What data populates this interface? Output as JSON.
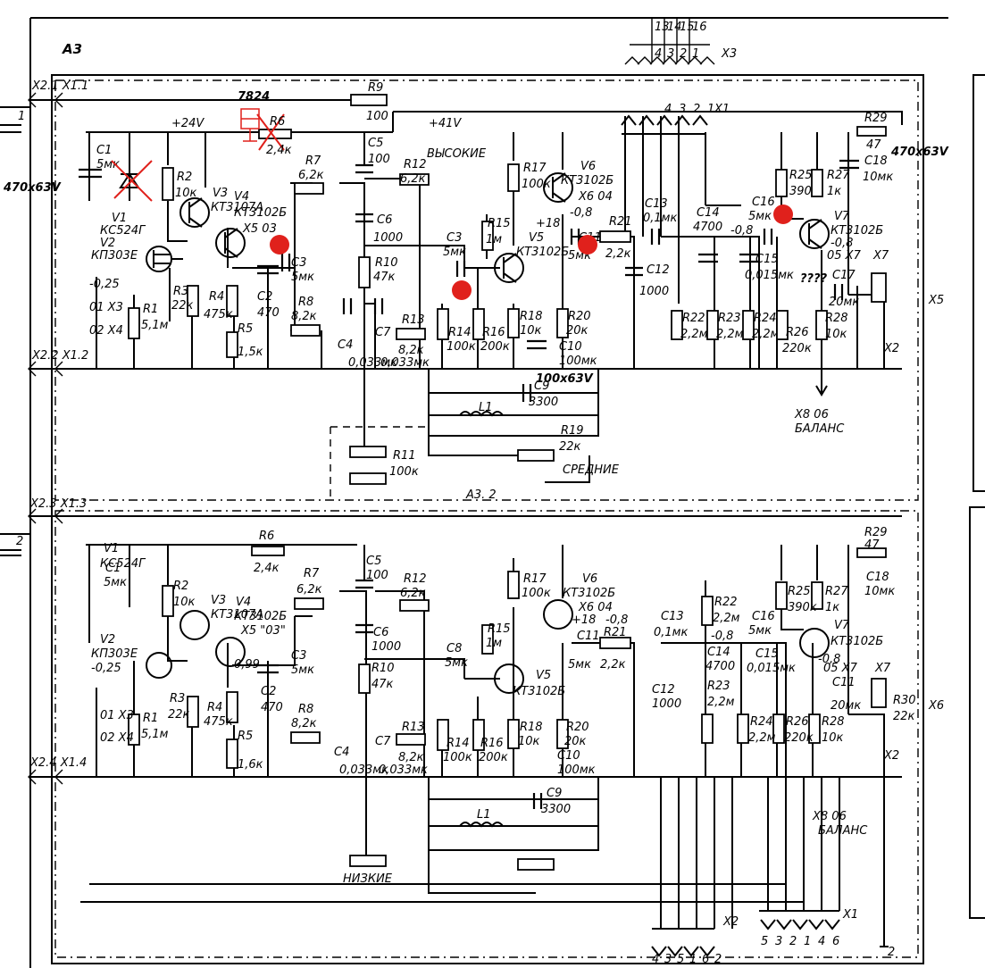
{
  "block": "A3",
  "top_channel": {
    "connector_x3": "X3",
    "x3_pins": [
      "4",
      "3",
      "2",
      "1"
    ],
    "x3_pins_upper": [
      "13",
      "14",
      "15",
      "16"
    ],
    "x1_label": "X1",
    "x1_pins": [
      "4",
      "3",
      "2",
      "1"
    ],
    "port_x2_1": "X2.1 X1.1",
    "port_x2_2": "X2.2 X1.2",
    "v24": "+24V",
    "v41": "+41V",
    "vysokie": "ВЫСОКИЕ",
    "srednie": "СРЕДНИЕ",
    "balans": "БАЛАНС",
    "x8": "X8  06",
    "x5_tag": "X5  03",
    "x6_tag": "X6  04",
    "v7_out": "05  X7",
    "x3_pt": "01  X3",
    "x4_pt": "02  X4",
    "v_025": "-0,25",
    "v_18": "+18",
    "v_08": "-0,8",
    "sub": "A3. 2",
    "X5": "X5",
    "comps": {
      "C1": "C1",
      "C1v": "5мк",
      "V1": "V1",
      "V1t": "КС524Г",
      "V2": "V2",
      "V2t": "КП303Е",
      "R1": "R1",
      "R1v": "5,1м",
      "R2": "R2",
      "R2v": "10к",
      "V3": "V3",
      "V3t": "КТ3107А",
      "R3": "R3",
      "R3v": "22к",
      "R4": "R4",
      "R4v": "475к",
      "R5": "R5",
      "R5v": "1,5к",
      "C2": "C2",
      "C2v": "470",
      "V4": "V4",
      "V4t": "КТ3102Б",
      "R6": "R6",
      "R6v": "2,4к",
      "R7": "R7",
      "R7v": "6,2к",
      "C3": "C3",
      "C3v": "5мк",
      "R8": "R8",
      "R8v": "8,2к",
      "R9": "R9",
      "R9v": "100",
      "C5": "C5",
      "C5v": "100",
      "C6": "C6",
      "C6v": "1000",
      "R10": "R10",
      "R10v": "47к",
      "C4": "C4",
      "C4v": "0,033мк",
      "C7": "C7",
      "C7v": "0,033мк",
      "R11": "R11",
      "R11v": "100к",
      "R12": "R12",
      "R12v": "6,2к",
      "R13": "R13",
      "R13v": "8,2к",
      "C8": "C8",
      "C8v": "5мк",
      "R14": "R14",
      "R14v": "100к",
      "R15": "R15",
      "R15v": "1м",
      "R16": "R16",
      "R16v": "200к",
      "V5": "V5",
      "V5t": "КТ3102Б",
      "R17": "R17",
      "R17v": "100к",
      "R18": "R18",
      "R18v": "10к",
      "V6": "V6",
      "V6t": "КТ3102Б",
      "C11": "C11",
      "C11v": "5мк",
      "R20": "R20",
      "R20v": "20к",
      "C10": "C10",
      "C10v": "100мк",
      "R21": "R21",
      "R21v": "2,2к",
      "C13": "C13",
      "C13v": "0,1мк",
      "C12": "C12",
      "C12v": "1000",
      "C14": "C14",
      "C14v": "4700",
      "C15": "C15",
      "C15v": "0,015мк",
      "C16": "C16",
      "C16v": "5мк",
      "R22": "R22",
      "R22v": "2,2м",
      "R23": "R23",
      "R23v": "2,2м",
      "R24": "R24",
      "R24v": "2,2м",
      "R25": "R25",
      "R25v": "390к",
      "R26": "R26",
      "R26v": "220к",
      "R27": "R27",
      "R27v": "1к",
      "R28": "R28",
      "R28v": "10к",
      "R29": "R29",
      "R29v": "47",
      "V7": "V7",
      "V7t": "КТ3102Б",
      "C17": "C17",
      "C17v": "20мк",
      "C18": "C18",
      "C18v": "10мк",
      "C9": "C9",
      "C9v": "3300",
      "L1": "L1",
      "R19": "R19",
      "R19v": "22к",
      "X2": "X2",
      "X7": "X7"
    }
  },
  "bottom_channel": {
    "port_x2_3": "X2.3 X1.3",
    "port_x2_4": "X2.4 X1.4",
    "nizkie": "НИЗКИЕ",
    "balans": "БАЛАНС",
    "x8": "X8  06",
    "x5_tag": "X5  \"03\"",
    "x6_tag": "X6  04",
    "v7_out": "05  X7",
    "x3_pt": "01  X3",
    "x4_pt": "02  X4",
    "v_025": "-0,25",
    "v_099": "0,99",
    "v_18": "+18",
    "v_08": "-0,8",
    "x1_label": "X1",
    "x1_pins": [
      "5",
      "3",
      "2",
      "1",
      "4",
      "6"
    ],
    "x2_label": "X2",
    "x2_pins": [
      "4",
      "3",
      "5",
      "1",
      "6",
      "2"
    ],
    "pin_2": "2",
    "X6": "X6",
    "comps": {
      "R30": "R30",
      "R30v": "22к",
      "C5v": "100",
      "R6v": "2,4к",
      "R5v": "1,6к",
      "R22": "R22",
      "R22v": "2,2м",
      "R23": "R23",
      "R23v": "2,2м",
      "R24": "R24",
      "R24v": "2,2м",
      "R26v": "220к",
      "R27v": "1к",
      "R28v": "10к"
    }
  },
  "red_notes": {
    "n7824": "7824",
    "cap470_left": "470x63V",
    "cap470_right": "470x63V",
    "cap100": "100x63V",
    "unknown": "????"
  },
  "colors": {
    "ink": "#000000",
    "paper": "#ffffff",
    "annotation": "#e0211c"
  }
}
